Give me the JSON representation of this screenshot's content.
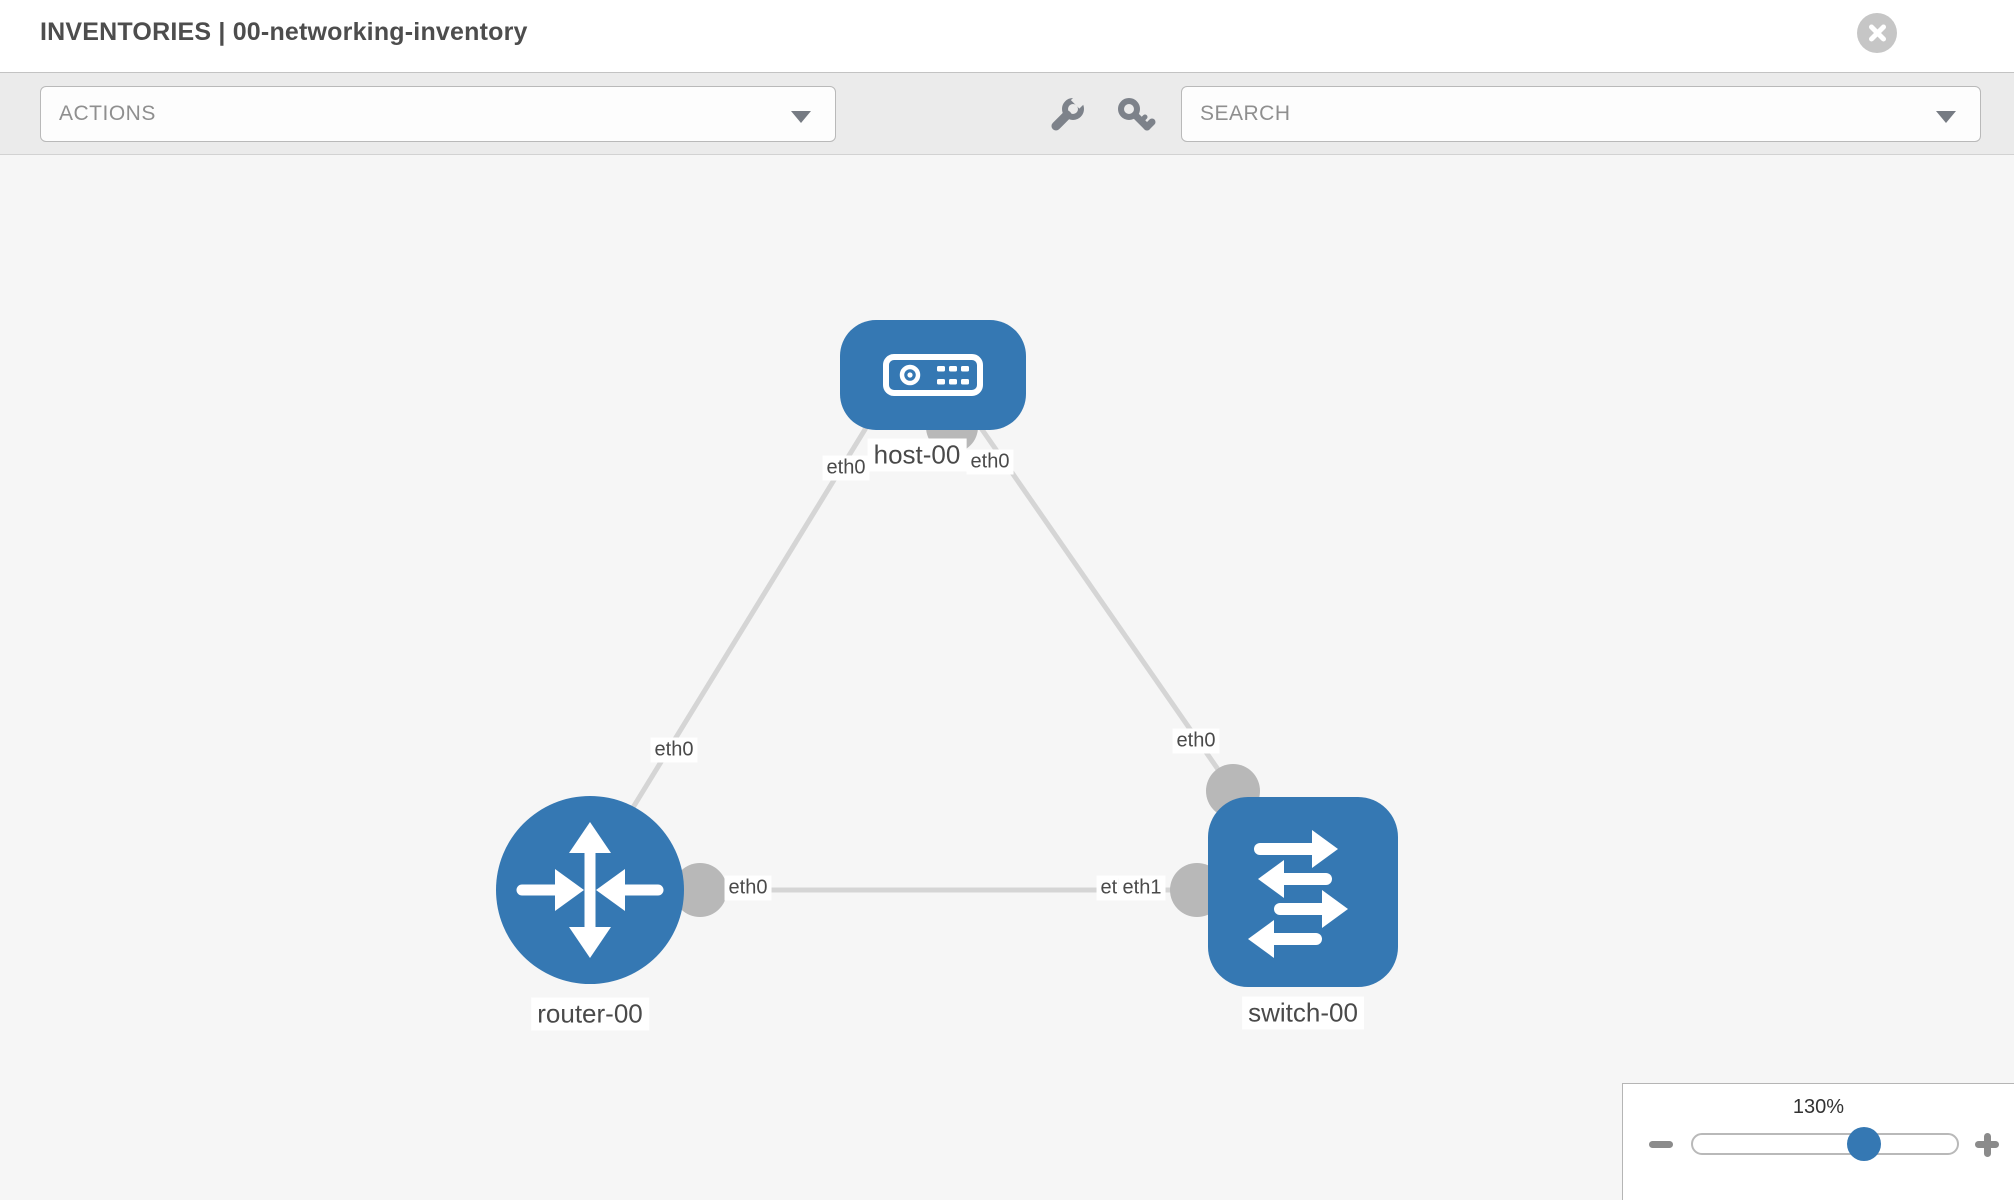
{
  "header": {
    "title": "INVENTORIES | 00-networking-inventory"
  },
  "toolbar": {
    "actions_placeholder": "ACTIONS",
    "search_placeholder": "SEARCH",
    "icons": [
      "wrench-icon",
      "key-icon"
    ]
  },
  "topology": {
    "nodes": [
      {
        "id": "host-00",
        "type": "host",
        "label": "host-00"
      },
      {
        "id": "router-00",
        "type": "router",
        "label": "router-00"
      },
      {
        "id": "switch-00",
        "type": "switch",
        "label": "switch-00"
      }
    ],
    "links": [
      {
        "source": "host-00",
        "target": "router-00",
        "source_interface": "eth0",
        "target_interface": "eth0"
      },
      {
        "source": "host-00",
        "target": "switch-00",
        "source_interface": "eth0",
        "target_interface": "eth0"
      },
      {
        "source": "router-00",
        "target": "switch-00",
        "source_interface": "eth0",
        "target_interface": "eth1"
      }
    ],
    "interface_labels": {
      "host_to_router_at_host": "eth0",
      "host_to_switch_at_host": "eth0",
      "host_to_router_at_router": "eth0",
      "host_to_switch_at_switch": "eth0",
      "router_to_switch_at_router": "eth0",
      "router_to_switch_at_switch_back": "eth0",
      "router_to_switch_at_switch_front": "eth1"
    }
  },
  "zoom_control": {
    "level": "130%",
    "percent": 130
  },
  "colors": {
    "node_blue": "#3578b3",
    "link_gray": "#d5d5d5",
    "connector_gray": "#b8b8b8",
    "toolbar_bg": "#ebebeb",
    "canvas_bg": "#f6f6f6",
    "label_text": "#4a4a4a"
  }
}
